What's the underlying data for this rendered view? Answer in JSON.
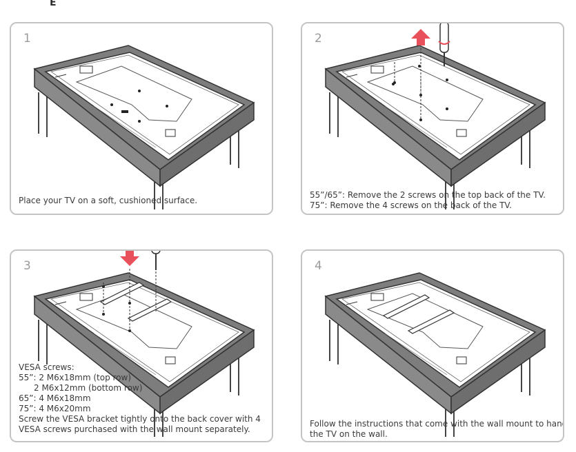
{
  "corner_letter": "E",
  "steps": [
    {
      "number": "1",
      "caption": [
        "Place your TV on a soft, cushioned surface."
      ]
    },
    {
      "number": "2",
      "caption": [
        "55”/65”: Remove the 2 screws on the top back of the TV.",
        "75”: Remove the 4 screws on the back of the TV."
      ]
    },
    {
      "number": "3",
      "screws_title": "VESA screws:",
      "screws": [
        "55”: 2 M6x18mm (top row)",
        "2 M6x12mm (bottom row)",
        "65”: 4 M6x18mm",
        "75”: 4 M6x20mm"
      ],
      "caption": [
        "Screw the VESA bracket tightly onto the back cover with 4",
        "VESA screws purchased with the wall mount separately."
      ]
    },
    {
      "number": "4",
      "caption": [
        "Follow the instructions that come with the wall mount to hang",
        "the TV on the wall."
      ]
    }
  ],
  "colors": {
    "panel_border": "#c4c4c4",
    "table_top": "#7d7d7d",
    "arrow": "#e8505b"
  }
}
